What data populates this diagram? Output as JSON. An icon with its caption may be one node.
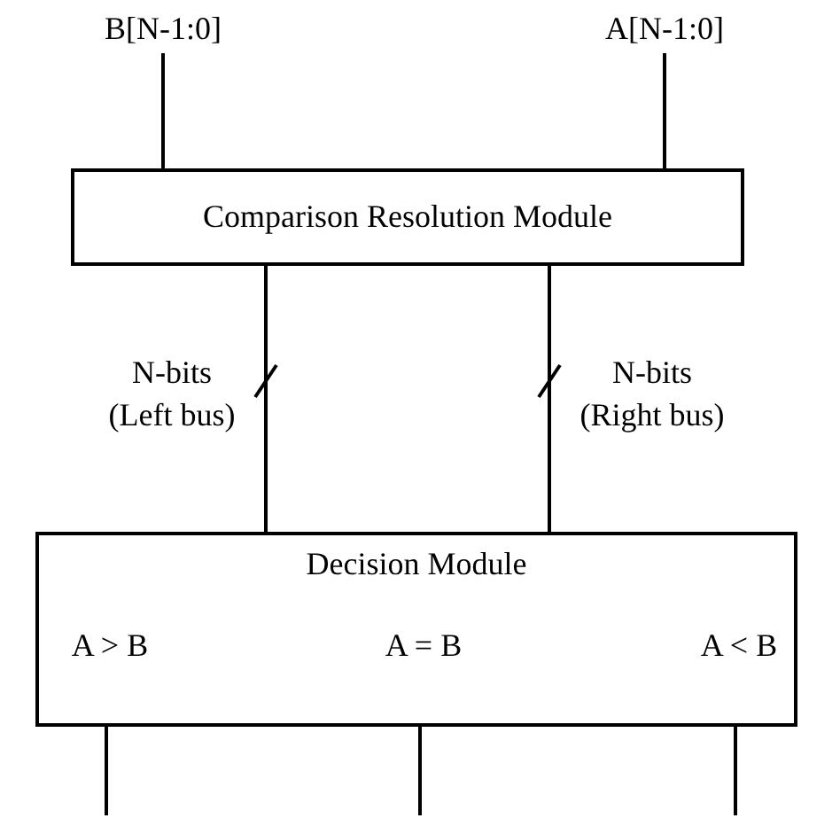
{
  "diagram": {
    "nodes": [
      {
        "text": [
          "B[N-1:0]"
        ]
      },
      {
        "text": [
          "A[N-1:0]"
        ]
      },
      {
        "text": [
          "Comparison Resolution Module"
        ]
      },
      {
        "text": [
          "Decision Module"
        ]
      },
      {
        "text": [
          "A > B"
        ],
        "in": 3
      },
      {
        "text": [
          "A = B"
        ],
        "in": 3
      },
      {
        "text": [
          "A < B"
        ],
        "in": 3
      }
    ],
    "edges": [
      {
        "from": 0,
        "to": 2,
        "arrow": "none"
      },
      {
        "from": 1,
        "to": 2,
        "arrow": "none"
      },
      {
        "from": 2,
        "to": 3,
        "arrow": "none",
        "label": "N-bits (Left bus)"
      },
      {
        "from": 2,
        "to": 3,
        "arrow": "none",
        "label": "N-bits (Right bus)"
      },
      {
        "from": 4,
        "to": null,
        "arrow": "none"
      },
      {
        "from": 5,
        "to": null,
        "arrow": "none"
      },
      {
        "from": 6,
        "to": null,
        "arrow": "none"
      }
    ]
  }
}
